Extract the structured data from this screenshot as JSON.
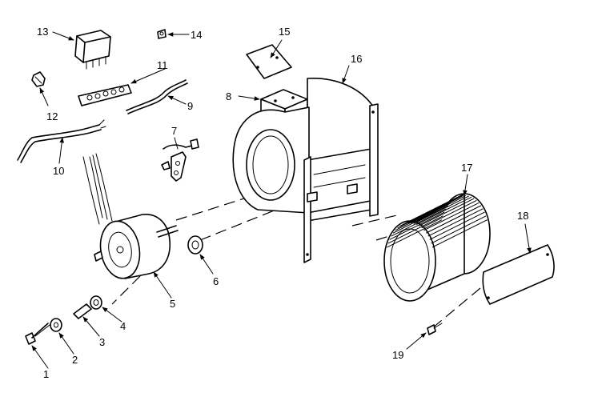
{
  "callouts": {
    "c1": "1",
    "c2": "2",
    "c3": "3",
    "c4": "4",
    "c5": "5",
    "c6": "6",
    "c7": "7",
    "c8": "8",
    "c9": "9",
    "c10": "10",
    "c11": "11",
    "c12": "12",
    "c13": "13",
    "c14": "14",
    "c15": "15",
    "c16": "16",
    "c17": "17",
    "c18": "18",
    "c19": "19"
  },
  "colors": {
    "line": "#000000",
    "background": "#ffffff"
  }
}
